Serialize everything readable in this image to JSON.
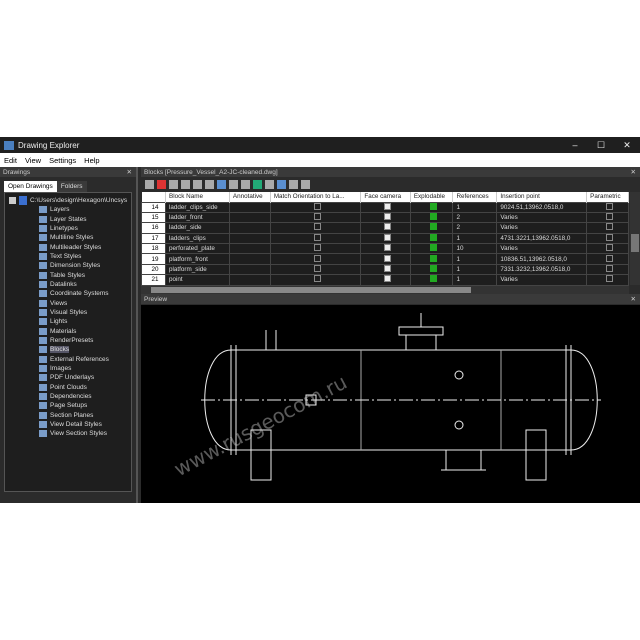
{
  "window": {
    "title": "Drawing Explorer",
    "controls": [
      "–",
      "☐",
      "✕"
    ]
  },
  "menu": [
    "Edit",
    "View",
    "Settings",
    "Help"
  ],
  "left_panel": {
    "title": "Drawings",
    "tabs": [
      "Open Drawings",
      "Folders"
    ],
    "root": "C:\\Users\\design\\Hexagon\\Uncsys",
    "items": [
      "Layers",
      "Layer States",
      "Linetypes",
      "Multiline Styles",
      "Multileader Styles",
      "Text Styles",
      "Dimension Styles",
      "Table Styles",
      "Datalinks",
      "Coordinate Systems",
      "Views",
      "Visual Styles",
      "Lights",
      "Materials",
      "RenderPresets",
      "Blocks",
      "External References",
      "Images",
      "PDF Underlays",
      "Point Clouds",
      "Dependencies",
      "Page Setups",
      "Section Planes",
      "View Detail Styles",
      "View Section Styles"
    ],
    "selected": "Blocks"
  },
  "blocks_panel": {
    "title": "Blocks [Pressure_Vessel_A2-JC-cleaned.dwg]",
    "columns": [
      "",
      "Block Name",
      "Annotative",
      "Match Orientation to La...",
      "Face camera",
      "Explodable",
      "References",
      "Insertion point",
      "Parametric"
    ],
    "rows": [
      {
        "n": "14",
        "name": "ladder_clips_side",
        "refs": "1",
        "ins": "9024.51,13962.0518,0"
      },
      {
        "n": "15",
        "name": "ladder_front",
        "refs": "2",
        "ins": "Varies"
      },
      {
        "n": "16",
        "name": "ladder_side",
        "refs": "2",
        "ins": "Varies"
      },
      {
        "n": "17",
        "name": "ladders_clips",
        "refs": "1",
        "ins": "4731.3221,13962.0518,0"
      },
      {
        "n": "18",
        "name": "perforated_plate",
        "refs": "10",
        "ins": "Varies"
      },
      {
        "n": "19",
        "name": "platform_front",
        "refs": "1",
        "ins": "10836.51,13962.0518,0"
      },
      {
        "n": "20",
        "name": "platform_side",
        "refs": "1",
        "ins": "7331.3232,13962.0518,0"
      },
      {
        "n": "21",
        "name": "point",
        "refs": "1",
        "ins": "Varies"
      }
    ]
  },
  "preview": {
    "title": "Preview"
  },
  "watermark": "www.rusgeocom.ru"
}
